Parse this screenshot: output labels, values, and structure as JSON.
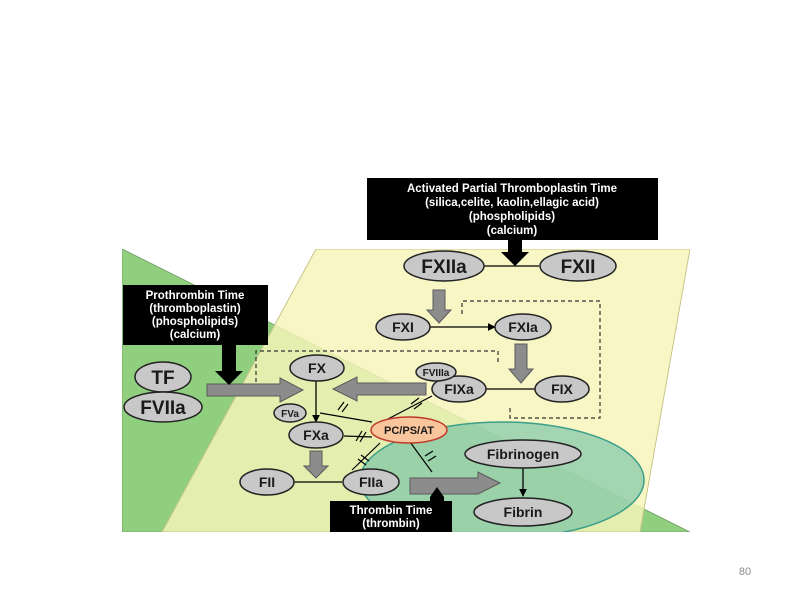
{
  "boxes": {
    "aptt": [
      "Activated Partial Thromboplastin Time",
      "(silica,celite, kaolin,ellagic acid)",
      "(phospholipids)",
      "(calcium)"
    ],
    "pt": [
      "Prothrombin Time",
      "(thromboplastin)",
      "(phospholipids)",
      "(calcium)"
    ],
    "tt": [
      "Thrombin Time",
      "(thrombin)"
    ]
  },
  "nodes": {
    "fxiia": "FXIIa",
    "fxii": "FXII",
    "fxi": "FXI",
    "fxia": "FXIa",
    "fix": "FIX",
    "fixa": "FIXa",
    "fviiia": "FVIIIa",
    "fx": "FX",
    "fva": "FVa",
    "fxa": "FXa",
    "tf": "TF",
    "fviia": "FVIIa",
    "pc_ps_at": "PC/PS/AT",
    "fii": "FII",
    "fiia": "FIIa",
    "fibrinogen": "Fibrinogen",
    "fibrin": "Fibrin"
  },
  "colors": {
    "extrinsic_region": "#8fcf7e",
    "intrinsic_region": "#f7f4b8",
    "common_region": "#5fb9a4",
    "node_fill": "#c8c8c8",
    "inhibitor_fill": "#f8c59c",
    "label_box": "#000000"
  },
  "footer": {
    "slide_number": "80"
  }
}
